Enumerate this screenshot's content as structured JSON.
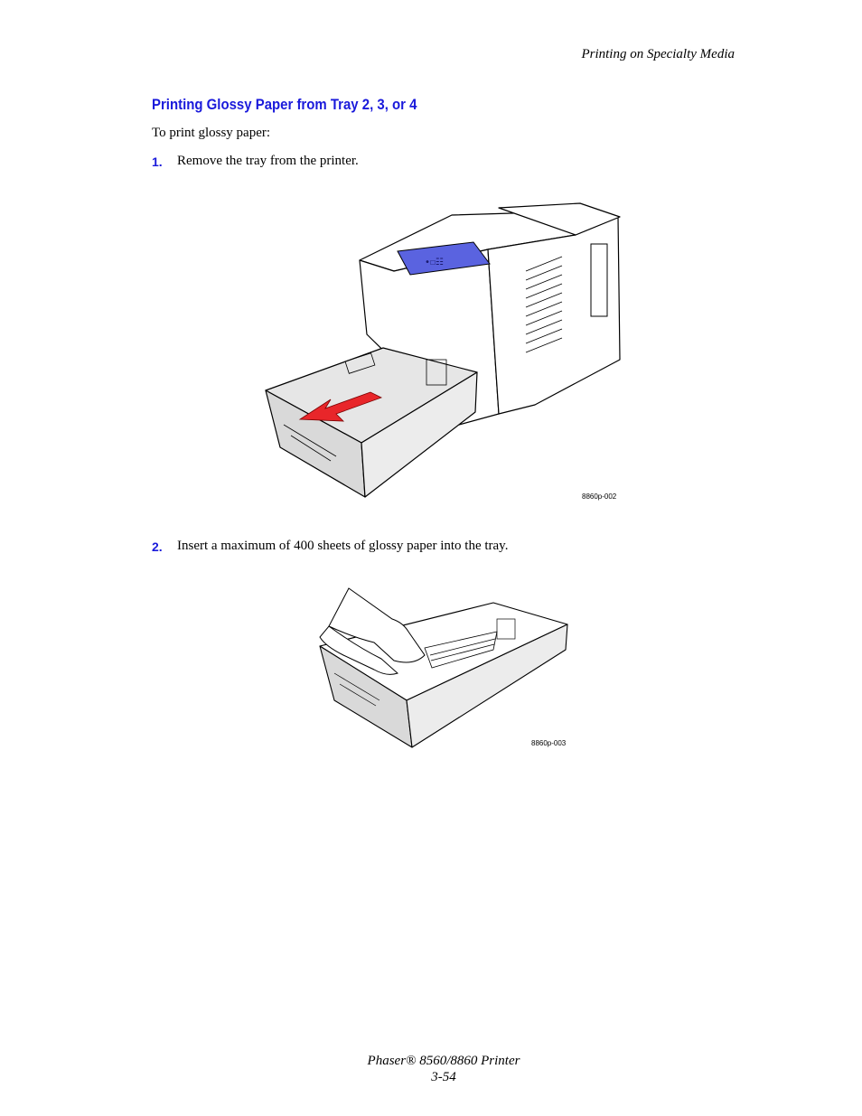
{
  "header": {
    "running_title": "Printing on Specialty Media"
  },
  "section": {
    "title": "Printing Glossy Paper from Tray 2, 3, or 4",
    "intro": "To print glossy paper:"
  },
  "steps": [
    {
      "number": "1.",
      "text": "Remove the tray from the printer."
    },
    {
      "number": "2.",
      "text": "Insert a maximum of 400 sheets of glossy paper into the tray."
    }
  ],
  "figures": [
    {
      "label": "8860p-002",
      "display_text": "∙☐☷"
    },
    {
      "label": "8860p-003"
    }
  ],
  "footer": {
    "product": "Phaser® 8560/8860 Printer",
    "page": "3-54"
  },
  "colors": {
    "heading_blue": "#1a1adb",
    "arrow_red": "#e8262a",
    "display_blue": "#5a63e0",
    "tray_gray": "#d9d9d9"
  }
}
